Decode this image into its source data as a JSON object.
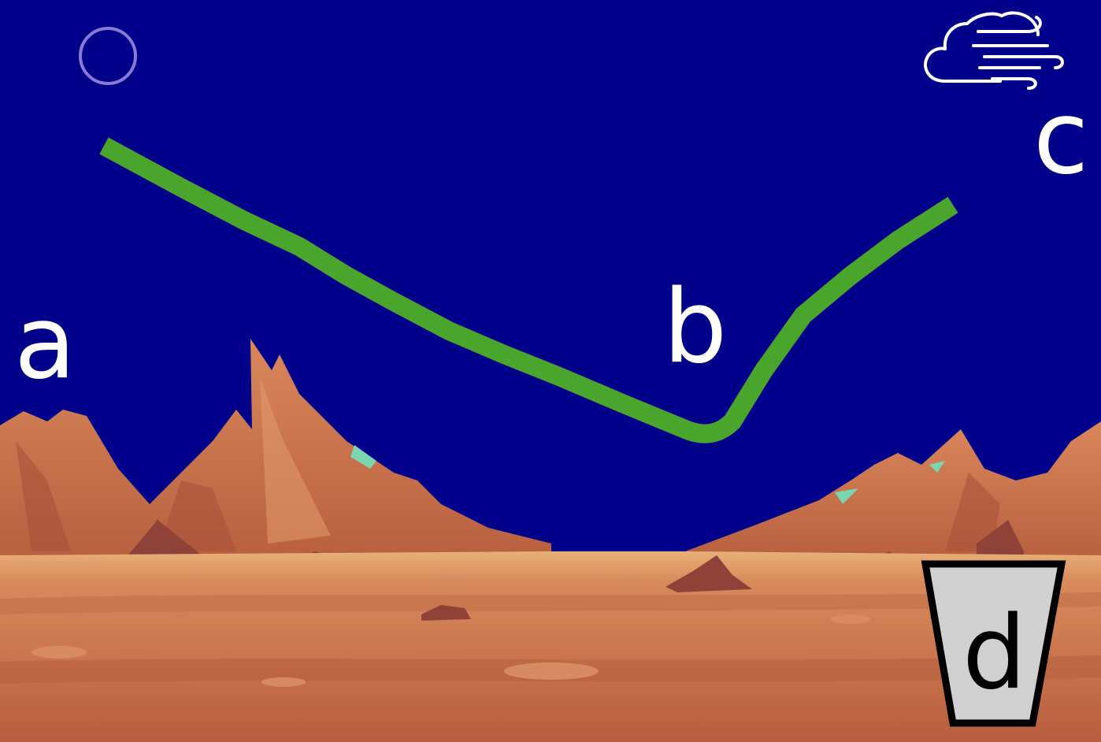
{
  "labels": {
    "a": "a",
    "b": "b",
    "c": "c",
    "d": "d"
  },
  "icons": {
    "top_left": "circle-outline-icon",
    "top_right": "cloud-wind-icon",
    "bottom_right": "bucket-icon"
  },
  "colors": {
    "sky": "#00008a",
    "path": "#4aa52c",
    "ground": "#c2704a",
    "mountains": "#c8704e",
    "circle_outline": "#8a7ad8",
    "bucket_fill": "#d0d0d0"
  }
}
